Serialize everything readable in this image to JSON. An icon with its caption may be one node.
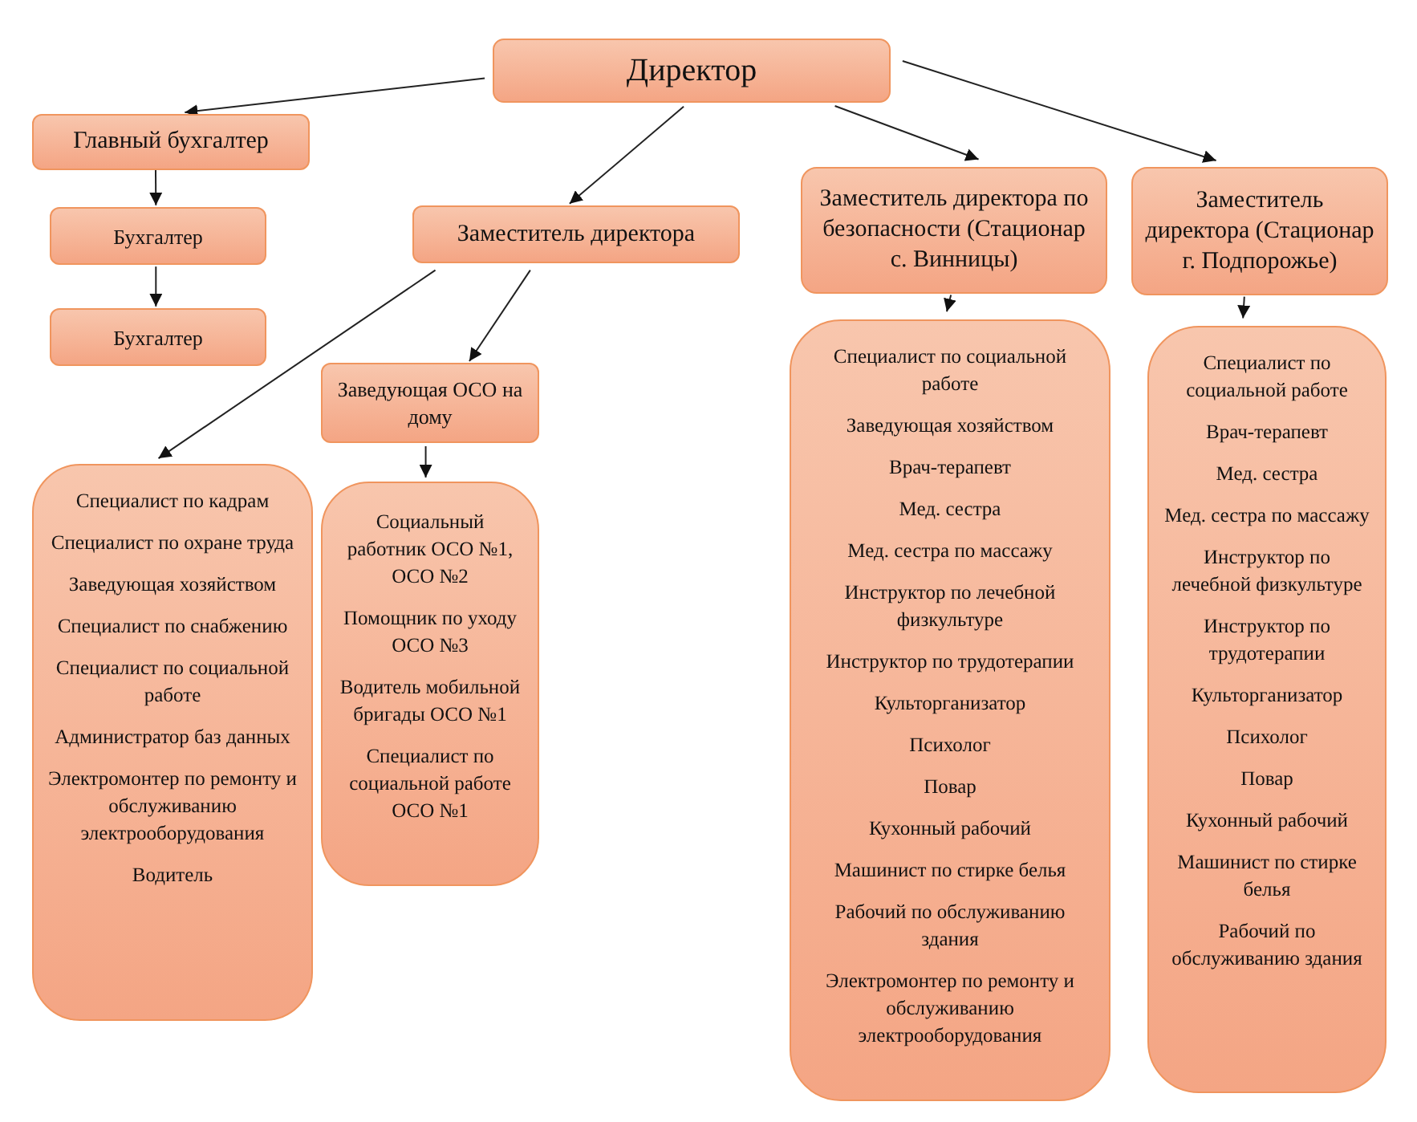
{
  "diagram": {
    "nodes": [
      {
        "text": [
          "Директор"
        ]
      },
      {
        "text": [
          "Главный бухгалтер"
        ]
      },
      {
        "text": [
          "Бухгалтер"
        ]
      },
      {
        "text": [
          "Бухгалтер"
        ]
      },
      {
        "text": [
          "Заместитель директора"
        ]
      },
      {
        "text": [
          "Заместитель директора по безопасности (Стационар с. Винницы)"
        ]
      },
      {
        "text": [
          "Заместитель директора (Стационар г. Подпорожье)"
        ]
      },
      {
        "text": [
          "Заведующая ОСО на дому"
        ]
      },
      {
        "text": [
          "Специалист по кадрам",
          "Специалист по охране труда",
          "Заведующая хозяйством",
          "Специалист по снабжению",
          "Специалист по социальной работе",
          "Администратор баз данных",
          "Электромонтер по ремонту и обслуживанию электрооборудования",
          "Водитель"
        ]
      },
      {
        "text": [
          "Социальный работник ОСО №1, ОСО №2",
          "Помощник по уходу ОСО №3",
          "Водитель мобильной бригады ОСО №1",
          "Специалист по социальной работе ОСО №1"
        ]
      },
      {
        "text": [
          "Специалист по социальной работе",
          "Заведующая хозяйством",
          "Врач-терапевт",
          "Мед. сестра",
          "Мед. сестра по массажу",
          "Инструктор по лечебной физкультуре",
          "Инструктор по трудотерапии",
          "Культорганизатор",
          "Психолог",
          "Повар",
          "Кухонный рабочий",
          "Машинист по стирке белья",
          "Рабочий по обслуживанию здания",
          "Электромонтер по ремонту и обслуживанию электрооборудования"
        ]
      },
      {
        "text": [
          "Специалист по социальной работе",
          "Врач-терапевт",
          "Мед. сестра",
          "Мед. сестра по массажу",
          "Инструктор по лечебной физкультуре",
          "Инструктор по трудотерапии",
          "Культорганизатор",
          "Психолог",
          "Повар",
          "Кухонный рабочий",
          "Машинист по стирке белья",
          "Рабочий по обслуживанию здания"
        ]
      }
    ],
    "edges": [
      {
        "from": 0,
        "to": 1,
        "arrow": "to"
      },
      {
        "from": 0,
        "to": 4,
        "arrow": "to"
      },
      {
        "from": 0,
        "to": 5,
        "arrow": "to"
      },
      {
        "from": 0,
        "to": 6,
        "arrow": "to"
      },
      {
        "from": 1,
        "to": 2,
        "arrow": "to"
      },
      {
        "from": 2,
        "to": 3,
        "arrow": "to"
      },
      {
        "from": 4,
        "to": 8,
        "arrow": "to"
      },
      {
        "from": 4,
        "to": 7,
        "arrow": "to"
      },
      {
        "from": 7,
        "to": 9,
        "arrow": "to"
      },
      {
        "from": 5,
        "to": 10,
        "arrow": "to"
      },
      {
        "from": 6,
        "to": 11,
        "arrow": "to"
      }
    ]
  }
}
